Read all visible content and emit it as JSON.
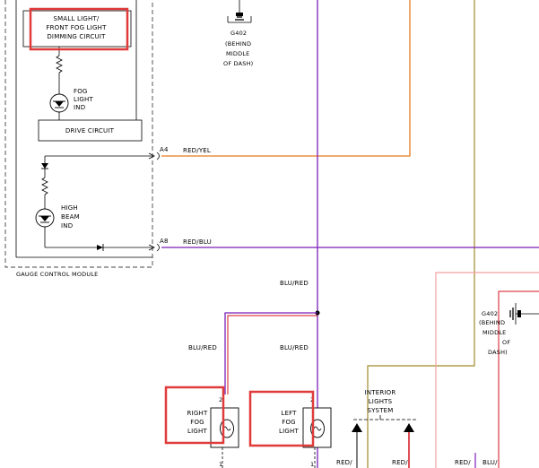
{
  "gauge_module": {
    "title": "GAUGE CONTROL MODULE",
    "dimming_circuit": [
      "SMALL LIGHT/",
      "FRONT FOG LIGHT",
      "DIMMING CIRCUIT"
    ],
    "fog_indicator": [
      "FOG",
      "LIGHT",
      "IND"
    ],
    "drive_circuit": "DRIVE CIRCUIT",
    "high_beam_indicator": [
      "HIGH",
      "BEAM",
      "IND"
    ]
  },
  "connectors": {
    "a4": "A4",
    "a8": "A8"
  },
  "grounds": {
    "g402": [
      "G402",
      "(BEHIND",
      "MIDDLE",
      "OF DASH)"
    ],
    "g402_right": [
      "G402",
      "(BEHIND",
      "MIDDLE",
      "OF",
      "DASH)"
    ]
  },
  "wires": {
    "red_yel": "RED/YEL",
    "red_blu": "RED/BLU",
    "blu_red_main": "BLU/RED",
    "blu_red_right": "BLU/RED",
    "blu_red_left": "BLU/RED",
    "bottom_red_1": "RED/",
    "bottom_red_2": "RED/",
    "bottom_red_3": "RED/",
    "bottom_blu": "BLU/"
  },
  "lights": {
    "right_fog": [
      "RIGHT",
      "FOG",
      "LIGHT"
    ],
    "left_fog": [
      "LEFT",
      "FOG",
      "LIGHT"
    ],
    "right_pin_top": "2",
    "right_pin_bottom": "1",
    "left_pin_top": "2",
    "left_pin_bottom": "1"
  },
  "interior_lights": [
    "INTERIOR",
    "LIGHTS",
    "SYSTEM"
  ],
  "colors": {
    "orange_wire": "#e87a1e",
    "purple_wire": "#7a1fb8",
    "red_wire": "#d4141e",
    "pink_wire": "#f2a0a0",
    "olive_wire": "#a08a2c",
    "highlight": "#e03a3a"
  }
}
